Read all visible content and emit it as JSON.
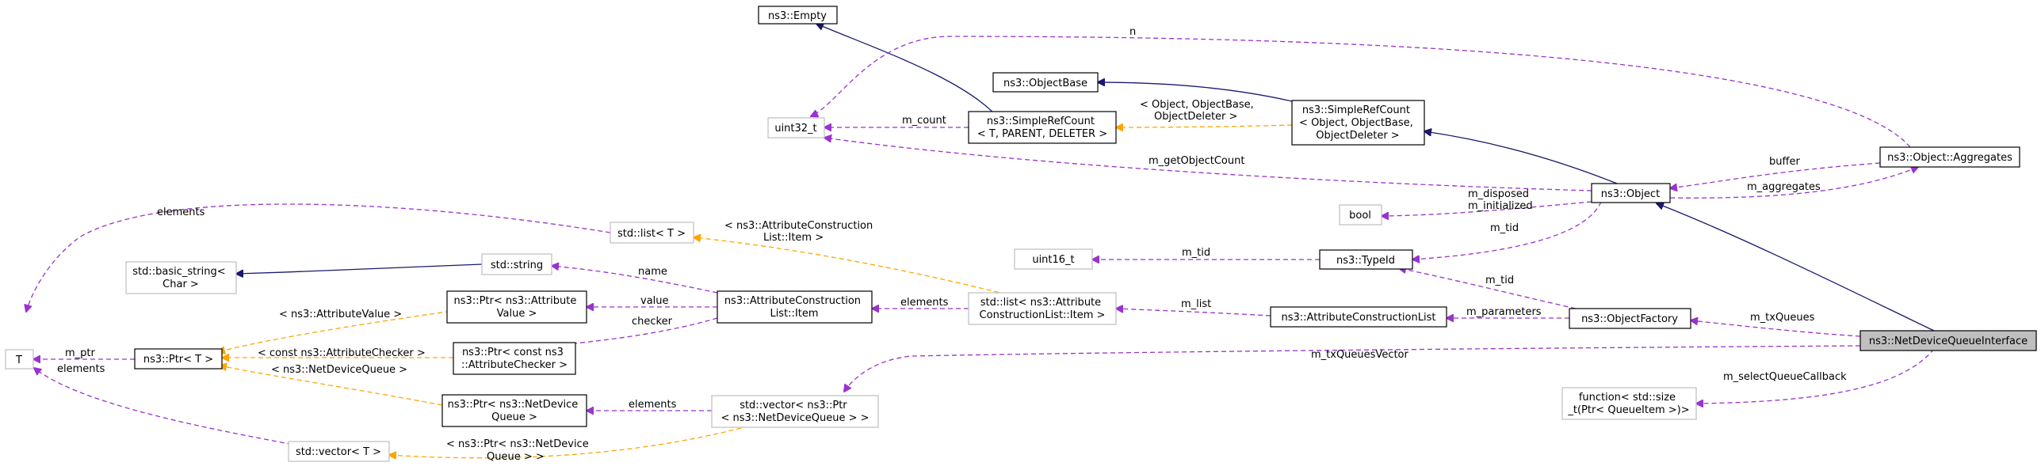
{
  "diagram": {
    "colors": {
      "inheritance": "#191970",
      "member": "#9a32cd",
      "template": "#ffa500",
      "gray_border": "#bfbfbf",
      "focus_fill": "#bfbfbf"
    },
    "nodes": {
      "empty": "ns3::Empty",
      "object_base": "ns3::ObjectBase",
      "uint32": "uint32_t",
      "simple_ref_count_template": [
        "ns3::SimpleRefCount",
        "< T, PARENT, DELETER >"
      ],
      "simple_ref_count_object": [
        "ns3::SimpleRefCount",
        "< Object, ObjectBase,",
        "ObjectDeleter >"
      ],
      "object": "ns3::Object",
      "object_aggregates": "ns3::Object::Aggregates",
      "bool": "bool",
      "uint16": "uint16_t",
      "type_id": "ns3::TypeId",
      "std_list_t": "std::list< T >",
      "std_string": "std::string",
      "basic_string": [
        "std::basic_string<",
        "Char >"
      ],
      "ptr_attribute_value": [
        "ns3::Ptr< ns3::Attribute",
        "Value >"
      ],
      "attr_construction_item": [
        "ns3::AttributeConstruction",
        "List::Item"
      ],
      "std_list_item": [
        "std::list< ns3::Attribute",
        "ConstructionList::Item >"
      ],
      "attr_construction_list": "ns3::AttributeConstructionList",
      "object_factory": "ns3::ObjectFactory",
      "net_device_queue_interface": "ns3::NetDeviceQueueInterface",
      "t": "T",
      "ptr_t": "ns3::Ptr< T >",
      "ptr_attribute_checker": [
        "ns3::Ptr< const ns3",
        "::AttributeChecker >"
      ],
      "ptr_net_device_queue": [
        "ns3::Ptr< ns3::NetDevice",
        "Queue >"
      ],
      "vector_ptr_ndq": [
        "std::vector< ns3::Ptr",
        "< ns3::NetDeviceQueue > >"
      ],
      "std_vector_t": "std::vector< T >",
      "function": [
        "function< std::size",
        "_t(Ptr< QueueItem >)>"
      ]
    },
    "edge_labels": {
      "n": "n",
      "m_count": "m_count",
      "object_base_template": [
        "< Object, ObjectBase,",
        "ObjectDeleter >"
      ],
      "m_get_object_count": "m_getObjectCount",
      "buffer": "buffer",
      "m_aggregates": "m_aggregates",
      "m_disposed_initialized": [
        "m_disposed",
        "m_initialized"
      ],
      "m_tid_object": "m_tid",
      "m_tid_uint16": "m_tid",
      "m_tid_factory": "m_tid",
      "elements_list_t": "elements",
      "attr_item_template": [
        "< ns3::AttributeConstruction",
        "List::Item >"
      ],
      "name": "name",
      "value": "value",
      "checker": "checker",
      "elements_item": "elements",
      "m_list": "m_list",
      "m_parameters": "m_parameters",
      "m_tx_queues": "m_txQueues",
      "m_tx_queues_vector": "m_txQueuesVector",
      "m_select_queue_callback": "m_selectQueueCallback",
      "attr_value_template": "< ns3::AttributeValue >",
      "attr_checker_template": "< const ns3::AttributeChecker >",
      "ndq_template": "< ns3::NetDeviceQueue >",
      "m_ptr": "m_ptr",
      "elements_vector_t": "elements",
      "elements_ndq": "elements",
      "vector_template": [
        "< ns3::Ptr< ns3::NetDevice",
        "Queue > >"
      ]
    }
  }
}
